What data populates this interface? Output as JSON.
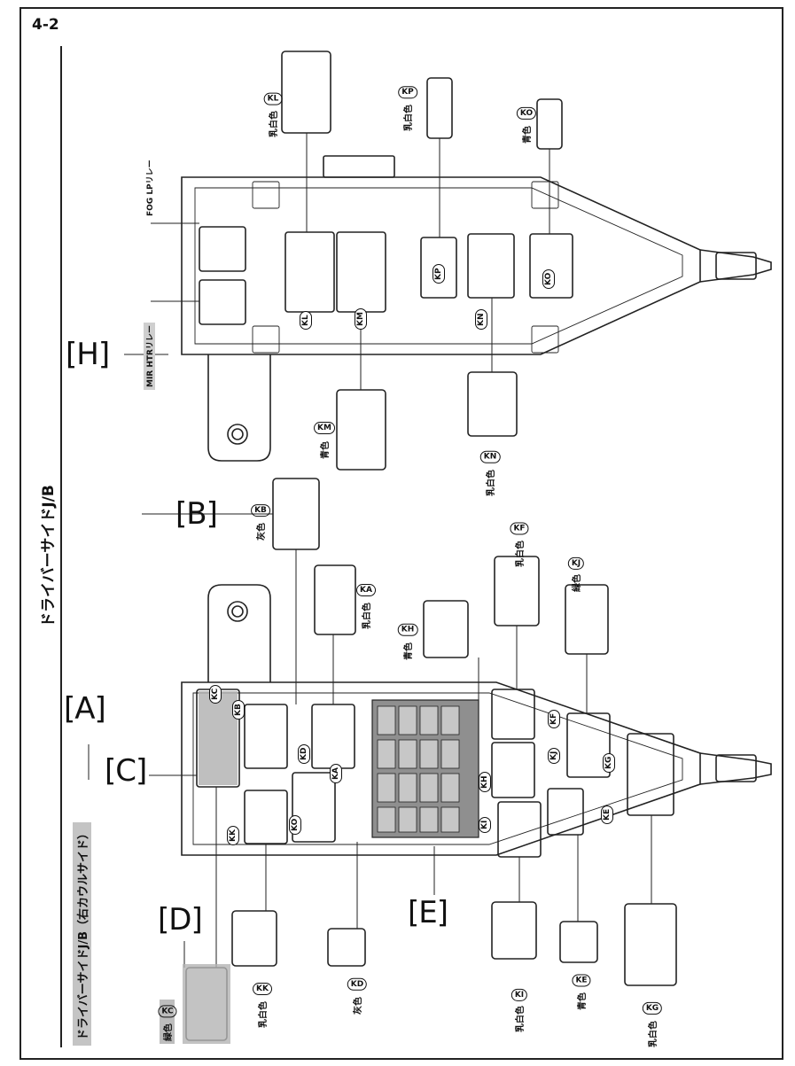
{
  "page": {
    "number": "4-2"
  },
  "section_title": "ドライバーサイドJ/B",
  "subtitle": "ドライバーサイドJ/B（右カウルサイド）",
  "relays": {
    "fog": "FOG LPリレー",
    "mirror_heater": "MIR HTRリレー"
  },
  "callouts": {
    "A": "[A]",
    "B": "[B]",
    "C": "[C]",
    "D": "[D]",
    "E": "[E]",
    "H": "[H]"
  },
  "upper_connectors": {
    "KL": {
      "color": "乳白色",
      "id": "KL"
    },
    "KP": {
      "color": "乳白色",
      "id": "KP"
    },
    "KO": {
      "color": "青色",
      "id": "KO"
    },
    "KM": {
      "color": "青色",
      "id": "KM"
    },
    "KN": {
      "color": "乳白色",
      "id": "KN"
    }
  },
  "lower_connectors": {
    "KB": {
      "color": "灰色",
      "id": "KB"
    },
    "KA": {
      "color": "乳白色",
      "id": "KA"
    },
    "KH": {
      "color": "青色",
      "id": "KH"
    },
    "KF": {
      "color": "乳白色",
      "id": "KF"
    },
    "KJ": {
      "color": "緑色",
      "id": "KJ"
    },
    "KC": {
      "color": "緑色",
      "id": "KC"
    },
    "KK": {
      "color": "乳白色",
      "id": "KK"
    },
    "KD": {
      "color": "灰色",
      "id": "KD"
    },
    "KI": {
      "color": "乳白色",
      "id": "KI"
    },
    "KE": {
      "color": "青色",
      "id": "KE"
    },
    "KG": {
      "color": "乳白色",
      "id": "KG"
    }
  },
  "colors": {
    "line": "#222222",
    "highlight": "#bdbdbd",
    "fuse_block": "#8f8f8f"
  }
}
